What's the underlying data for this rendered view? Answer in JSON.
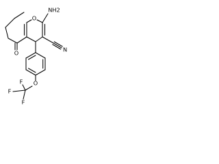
{
  "molecule": {
    "atoms": {
      "amine": "NH2",
      "ring_oxygen": "O",
      "ketone_oxygen": "O",
      "nitrile_nitrogen": "N",
      "ether_oxygen": "O",
      "fluorine_top": "F",
      "fluorine_left": "F",
      "fluorine_bottom": "F"
    },
    "colors": {
      "bond": "#000000",
      "label": "#000000",
      "background": "#ffffff"
    }
  }
}
